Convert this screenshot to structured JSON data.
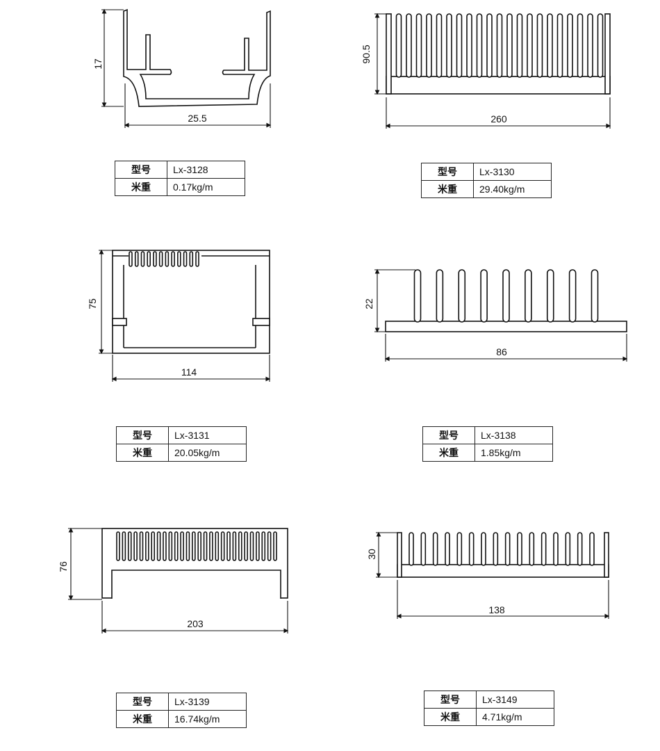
{
  "labels": {
    "model": "型号",
    "weight": "米重"
  },
  "profiles": [
    {
      "model": "Lx-3128",
      "weight": "0.17kg/m",
      "height": "17",
      "width": "25.5"
    },
    {
      "model": "Lx-3130",
      "weight": "29.40kg/m",
      "height": "90.5",
      "width": "260",
      "fins": 21
    },
    {
      "model": "Lx-3131",
      "weight": "20.05kg/m",
      "height": "75",
      "width": "114",
      "fins": 12
    },
    {
      "model": "Lx-3138",
      "weight": "1.85kg/m",
      "height": "22",
      "width": "86",
      "fins": 9
    },
    {
      "model": "Lx-3139",
      "weight": "16.74kg/m",
      "height": "76",
      "width": "203",
      "fins": 28
    },
    {
      "model": "Lx-3149",
      "weight": "4.71kg/m",
      "height": "30",
      "width": "138",
      "fins": 16
    }
  ]
}
